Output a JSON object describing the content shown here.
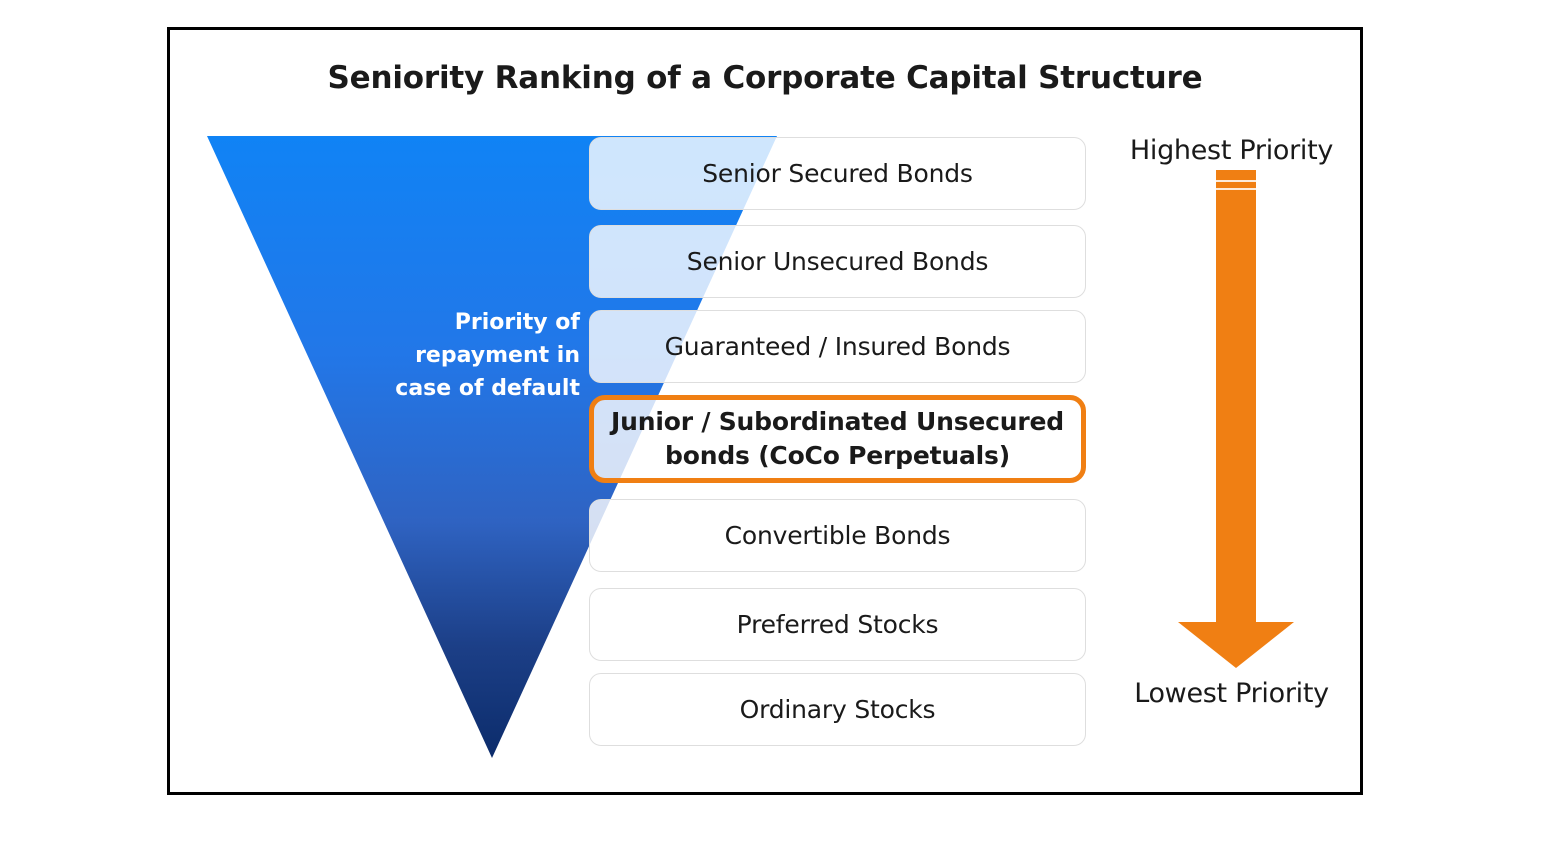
{
  "title": "Seniority Ranking of a Corporate Capital Structure",
  "funnel": {
    "caption": "Priority of\nrepayment in\ncase of default",
    "gradient_top_color": "#1083F5",
    "gradient_bottom_color": "#0C2C6B"
  },
  "ranks": [
    {
      "label": "Senior Secured Bonds",
      "highlighted": false
    },
    {
      "label": "Senior Unsecured Bonds",
      "highlighted": false
    },
    {
      "label": "Guaranteed / Insured Bonds",
      "highlighted": false
    },
    {
      "label": "Junior / Subordinated Unsecured\nbonds (CoCo Perpetuals)",
      "highlighted": true
    },
    {
      "label": "Convertible Bonds",
      "highlighted": false
    },
    {
      "label": "Preferred Stocks",
      "highlighted": false
    },
    {
      "label": "Ordinary Stocks",
      "highlighted": false
    }
  ],
  "priority_scale": {
    "top_label": "Highest Priority",
    "bottom_label": "Lowest Priority",
    "arrow_color": "#F07F13",
    "arrow_direction": "down"
  },
  "colors": {
    "frame_border": "#000000",
    "box_border": "#dedede",
    "highlight_border": "#F07F13",
    "text": "#1a1a1a",
    "caption_text": "#ffffff"
  }
}
